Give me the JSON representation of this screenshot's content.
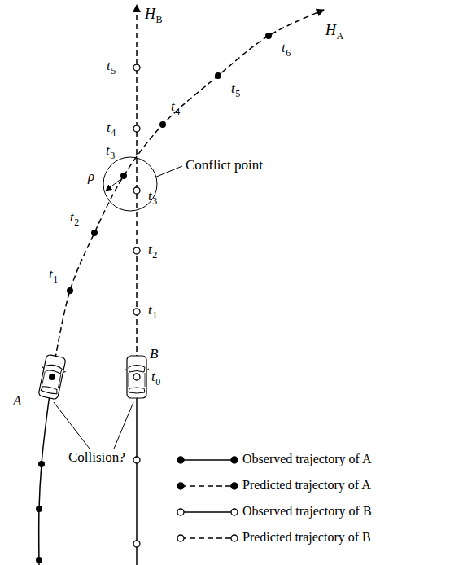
{
  "diagram": {
    "labels": [
      "H",
      "B",
      "H",
      "A",
      "t",
      "5",
      "t",
      "4",
      "t",
      "3",
      "t",
      "2",
      "t",
      "1",
      "t",
      "0",
      "t",
      "1",
      "t",
      "2",
      "t",
      "3",
      "t",
      "4",
      "t",
      "5",
      "t",
      "6",
      "Conflict point",
      "ρ",
      "A",
      "B",
      "Collision?"
    ],
    "legend": [
      {
        "text": "Observed trajectory of A"
      },
      {
        "text": "Predicted trajectory of A"
      },
      {
        "text": "Observed trajectory of B"
      },
      {
        "text": "Predicted trajectory of B"
      }
    ]
  }
}
